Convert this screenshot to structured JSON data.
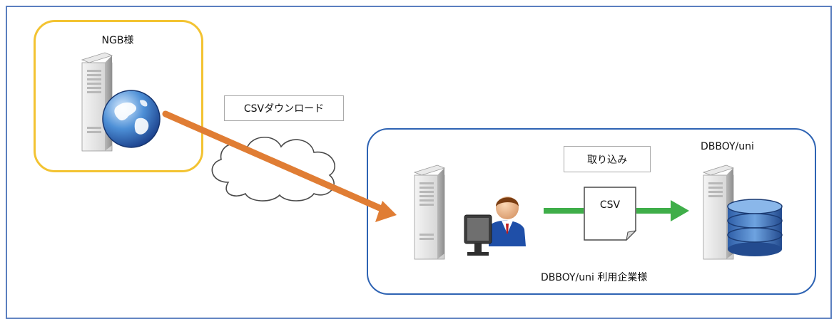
{
  "ngb": {
    "label": "NGB様"
  },
  "callouts": {
    "csv_download": "CSVダウンロード",
    "import": "取り込み"
  },
  "file": {
    "label": "CSV"
  },
  "system": {
    "name": "DBBOY/uni"
  },
  "client": {
    "label": "DBBOY/uni 利用企業様"
  },
  "colors": {
    "ngb_border": "#f3c332",
    "client_border": "#2e63b3",
    "download_arrow": "#e07d34",
    "import_arrow": "#3fae49",
    "frame": "#5b7fbf"
  },
  "icons": [
    "web-server-icon",
    "globe-icon",
    "cloud-icon",
    "server-icon",
    "user-at-computer-icon",
    "csv-document-icon",
    "database-server-icon"
  ]
}
